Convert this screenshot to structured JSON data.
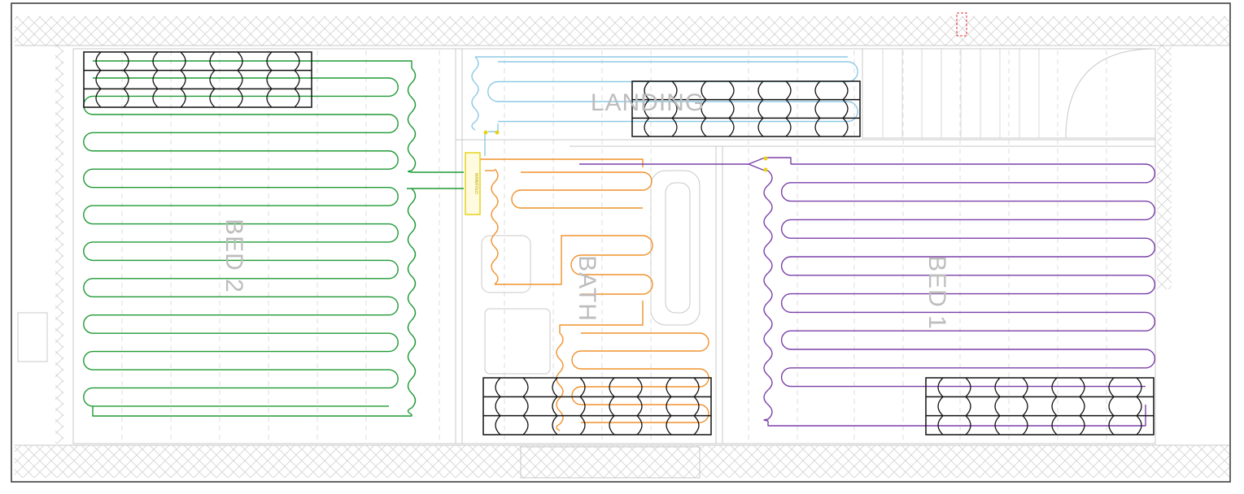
{
  "drawing": {
    "rooms": [
      {
        "key": "bed2",
        "label": "BED 2"
      },
      {
        "key": "landing",
        "label": "LANDING"
      },
      {
        "key": "bath",
        "label": "BATH"
      },
      {
        "key": "bed1",
        "label": "BED 1"
      }
    ],
    "manifold": {
      "label": "MANIFOLD"
    },
    "colors": {
      "background": "#ffffff",
      "frame": "#333333",
      "architecture": "#c8c8c8",
      "dashed_grid": "#d6d6d6",
      "loop_bed2": "#1f9a35",
      "loop_landing": "#8ec9e6",
      "loop_bath": "#f0922c",
      "loop_bed1": "#7a3fa8",
      "manifold": "#e6d21a",
      "tile_panel": "#111111",
      "marker": "#e03030"
    }
  }
}
